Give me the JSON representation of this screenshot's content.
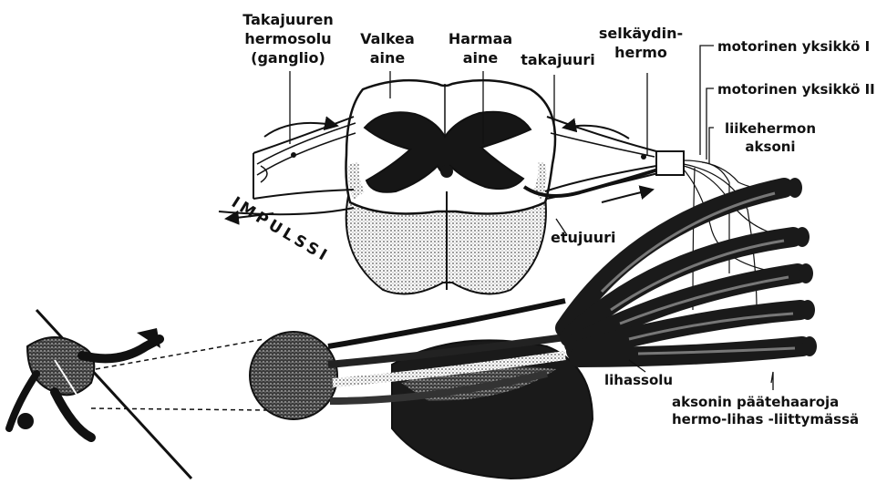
{
  "labels": {
    "dorsal_ganglion_1": "Takajuuren",
    "dorsal_ganglion_2": "hermosolu",
    "dorsal_ganglion_3": "(ganglio)",
    "white_matter_1": "Valkea",
    "white_matter_2": "aine",
    "grey_matter_1": "Harmaa",
    "grey_matter_2": "aine",
    "dorsal_root": "takajuuri",
    "spinal_nerve_1": "selkäydin-",
    "spinal_nerve_2": "hermo",
    "motor_unit_1": "motorinen yksikkö I",
    "motor_unit_2": "motorinen yksikkö II",
    "motor_axon_1": "liikehermon",
    "motor_axon_2": "aksoni",
    "ventral_root": "etujuuri",
    "impulse": "IMPULSSI",
    "muscle_cell": "lihassolu",
    "terminals_1": "aksonin päätehaaroja",
    "terminals_2": "hermo-lihas -liittymässä"
  },
  "colors": {
    "ink": "#111111",
    "paper": "#ffffff",
    "stipple": "#8a8a8a",
    "dark_fill": "#1a1a1a"
  }
}
